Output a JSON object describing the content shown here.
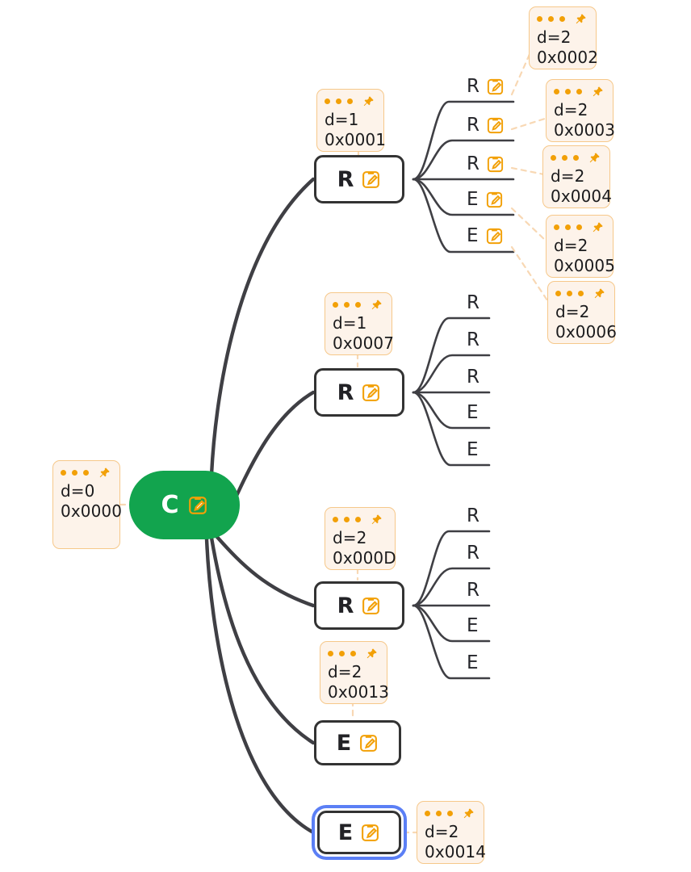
{
  "diagram": {
    "title": "Mindmap tree of nodes with annotation cards",
    "colors": {
      "root_fill": "#12a44e",
      "node_border": "#333333",
      "node_fill": "#ffffff",
      "card_fill": "#fdf3ea",
      "card_border": "#f6c88a",
      "accent_orange": "#f2a007",
      "selection_blue": "#5b7ff5",
      "edge": "#3f3f44",
      "leader_line": "#f8d8b4",
      "background": "#ffffff"
    },
    "icons": {
      "note_edit": "note-edit-icon",
      "pin": "pin-icon",
      "dot": "dot-icon"
    }
  },
  "root": {
    "label": "C",
    "has_note_icon": true,
    "card": {
      "depth": "d=0",
      "address": "0x0000"
    }
  },
  "branches": [
    {
      "id": "branch-1",
      "node": {
        "label": "R",
        "has_note_icon": true,
        "selected": false
      },
      "card": {
        "depth": "d=1",
        "address": "0x0001"
      },
      "leaves": [
        {
          "label": "R",
          "has_note_icon": true,
          "card": {
            "depth": "d=2",
            "address": "0x0002"
          }
        },
        {
          "label": "R",
          "has_note_icon": true,
          "card": {
            "depth": "d=2",
            "address": "0x0003"
          }
        },
        {
          "label": "R",
          "has_note_icon": true,
          "card": {
            "depth": "d=2",
            "address": "0x0004"
          }
        },
        {
          "label": "E",
          "has_note_icon": true,
          "card": {
            "depth": "d=2",
            "address": "0x0005"
          }
        },
        {
          "label": "E",
          "has_note_icon": true,
          "card": {
            "depth": "d=2",
            "address": "0x0006"
          }
        }
      ]
    },
    {
      "id": "branch-2",
      "node": {
        "label": "R",
        "has_note_icon": true,
        "selected": false
      },
      "card": {
        "depth": "d=1",
        "address": "0x0007"
      },
      "leaves": [
        {
          "label": "R",
          "has_note_icon": false
        },
        {
          "label": "R",
          "has_note_icon": false
        },
        {
          "label": "R",
          "has_note_icon": false
        },
        {
          "label": "E",
          "has_note_icon": false
        },
        {
          "label": "E",
          "has_note_icon": false
        }
      ]
    },
    {
      "id": "branch-3",
      "node": {
        "label": "R",
        "has_note_icon": true,
        "selected": false
      },
      "card": {
        "depth": "d=2",
        "address": "0x000D"
      },
      "leaves": [
        {
          "label": "R",
          "has_note_icon": false
        },
        {
          "label": "R",
          "has_note_icon": false
        },
        {
          "label": "R",
          "has_note_icon": false
        },
        {
          "label": "E",
          "has_note_icon": false
        },
        {
          "label": "E",
          "has_note_icon": false
        }
      ]
    },
    {
      "id": "branch-4",
      "node": {
        "label": "E",
        "has_note_icon": true,
        "selected": false
      },
      "card": {
        "depth": "d=2",
        "address": "0x0013"
      },
      "leaves": []
    },
    {
      "id": "branch-5",
      "node": {
        "label": "E",
        "has_note_icon": true,
        "selected": true
      },
      "card": {
        "depth": "d=2",
        "address": "0x0014"
      },
      "leaves": []
    }
  ]
}
